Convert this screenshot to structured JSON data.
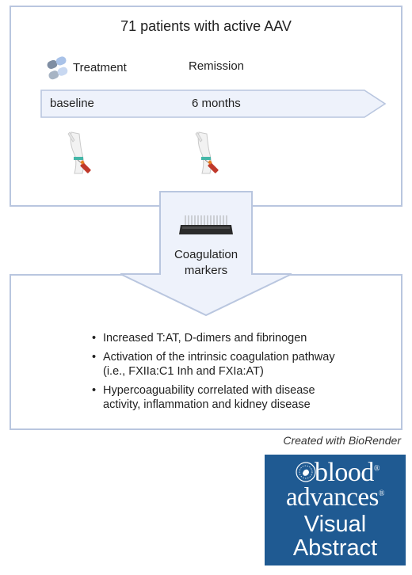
{
  "study": {
    "title": "71 patients with active AAV",
    "treatment": "Treatment",
    "remission": "Remission",
    "baseline": "baseline",
    "six_months": "6 months"
  },
  "center": {
    "line1": "Coagulation",
    "line2": "markers"
  },
  "findings": [
    "Increased T:AT, D-dimers and fibrinogen",
    "Activation of the intrinsic coagulation pathway",
    "(i.e., FXIIa:C1 Inh and FXIa:AT)",
    "Hypercoaguability correlated with disease",
    "activity, inflammation and kidney disease"
  ],
  "credit": "Created with BioRender",
  "logo": {
    "blood": "blood",
    "advances": "advances",
    "visual": "Visual",
    "abstract": "Abstract"
  },
  "colors": {
    "panel_border": "#b9c6df",
    "arrow_fill": "#eef2fb",
    "logo_bg": "#1f5a92"
  },
  "icons": [
    "pills-icon",
    "blood-draw-icon",
    "well-plate-icon",
    "seal-icon"
  ]
}
